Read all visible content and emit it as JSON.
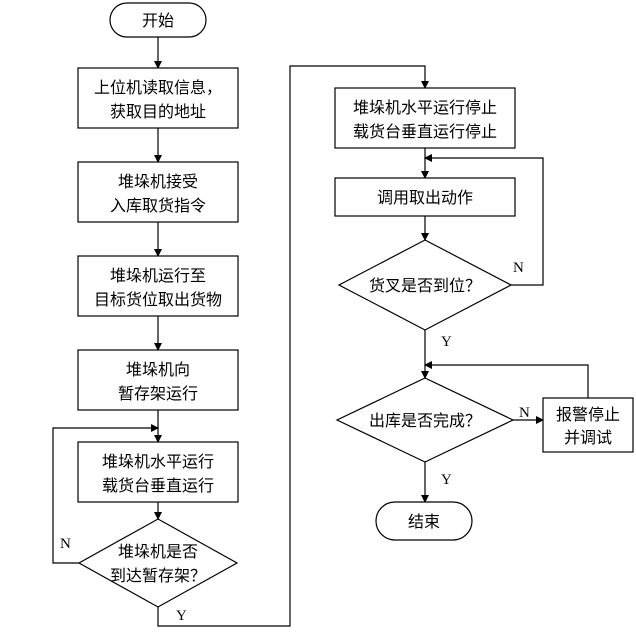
{
  "flowchart": {
    "start": "开始",
    "end": "结束",
    "steps": [
      [
        "上位机读取信息，",
        "获取目的地址"
      ],
      [
        "堆垛机接受",
        "入库取货指令"
      ],
      [
        "堆垛机运行至",
        "目标货位取出货物"
      ],
      [
        "堆垛机向",
        "暂存架运行"
      ],
      [
        "堆垛机水平运行",
        "载货台垂直运行"
      ],
      [
        "堆垛机水平运行停止",
        "载货台垂直运行停止"
      ],
      [
        "调用取出动作"
      ],
      [
        "报警停止",
        "并调试"
      ]
    ],
    "decisions": [
      [
        "堆垛机是否",
        "到达暂存架？"
      ],
      [
        "货叉是否到位？"
      ],
      [
        "出库是否完成？"
      ]
    ],
    "labels": {
      "yes": "Y",
      "no": "N"
    }
  }
}
